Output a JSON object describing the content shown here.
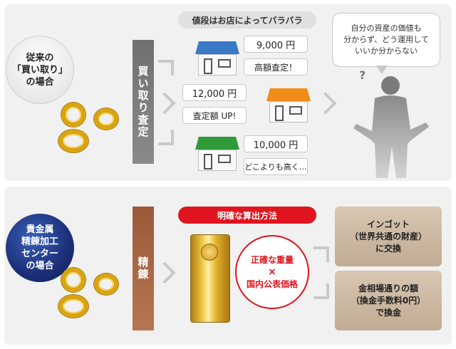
{
  "top": {
    "badge": [
      "従来の",
      "「買い取り」",
      "の場合"
    ],
    "bar_label": "買い取り査定",
    "header": "値段はお店によってバラバラ",
    "shops": [
      {
        "price": "9,000 円",
        "note": "高額査定！",
        "roof_color": "#3a78c8"
      },
      {
        "price": "12,000 円",
        "note": "査定額 UP!",
        "roof_color": "#f08c1a"
      },
      {
        "price": "10,000 円",
        "note": "どこよりも高く…",
        "roof_color": "#2f9a3a"
      }
    ],
    "speech": [
      "自分の資産の価値も",
      "分からず、どう運用して",
      "いいか分からない"
    ],
    "question": "?"
  },
  "bottom": {
    "badge": [
      "貴金属",
      "精錬加工",
      "センター",
      "の場合"
    ],
    "bar_label": "精錬",
    "header": "明確な算出方法",
    "circle": [
      "正確な重量",
      "×",
      "国内公表価格"
    ],
    "results": [
      [
        "インゴット",
        "（世界共通の財産）",
        "に交換"
      ],
      [
        "金相場通りの額",
        "（換金手数料0円）",
        "で換金"
      ]
    ]
  },
  "colors": {
    "accent_red": "#e0141e",
    "navy": "#1c2f78",
    "gold": "#d9a410"
  }
}
